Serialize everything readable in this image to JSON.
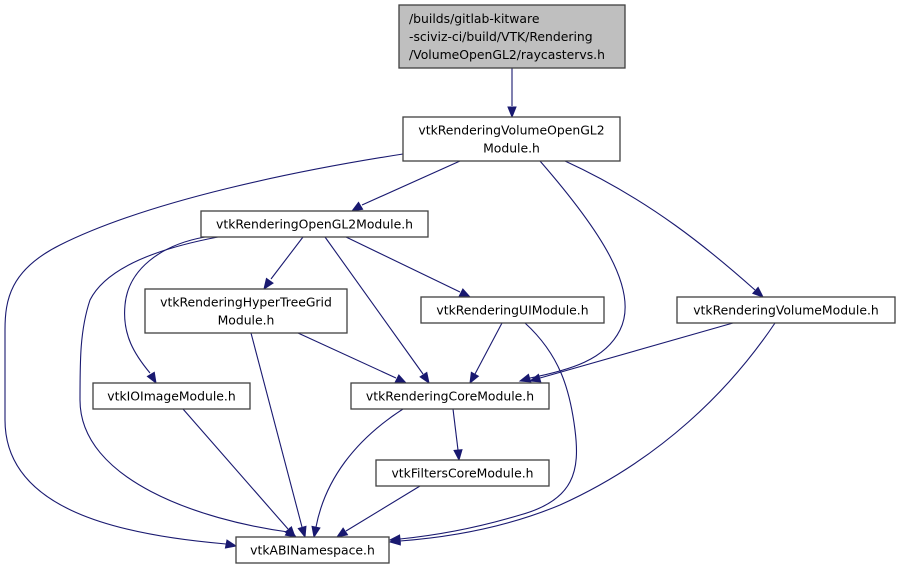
{
  "diagram": {
    "type": "include-dependency-graph",
    "colors": {
      "edge": "#191970",
      "root_fill": "#bfbfbf",
      "node_fill": "#ffffff",
      "node_border": "#404040"
    },
    "nodes": [
      {
        "id": "raycastervs",
        "lines": [
          "/builds/gitlab-kitware",
          "-sciviz-ci/build/VTK/Rendering",
          "/VolumeOpenGL2/raycastervs.h"
        ],
        "root": true
      },
      {
        "id": "volumeopengl2",
        "lines": [
          "vtkRenderingVolumeOpenGL2",
          "Module.h"
        ]
      },
      {
        "id": "opengl2",
        "lines": [
          "vtkRenderingOpenGL2Module.h"
        ]
      },
      {
        "id": "hypertreegrid",
        "lines": [
          "vtkRenderingHyperTreeGrid",
          "Module.h"
        ]
      },
      {
        "id": "ui",
        "lines": [
          "vtkRenderingUIModule.h"
        ]
      },
      {
        "id": "volume",
        "lines": [
          "vtkRenderingVolumeModule.h"
        ]
      },
      {
        "id": "ioimage",
        "lines": [
          "vtkIOImageModule.h"
        ]
      },
      {
        "id": "core",
        "lines": [
          "vtkRenderingCoreModule.h"
        ]
      },
      {
        "id": "filterscore",
        "lines": [
          "vtkFiltersCoreModule.h"
        ]
      },
      {
        "id": "abi",
        "lines": [
          "vtkABINamespace.h"
        ]
      }
    ],
    "edges": [
      {
        "from": "raycastervs",
        "to": "volumeopengl2"
      },
      {
        "from": "volumeopengl2",
        "to": "abi"
      },
      {
        "from": "volumeopengl2",
        "to": "opengl2"
      },
      {
        "from": "volumeopengl2",
        "to": "core"
      },
      {
        "from": "volumeopengl2",
        "to": "volume"
      },
      {
        "from": "opengl2",
        "to": "abi"
      },
      {
        "from": "opengl2",
        "to": "ioimage"
      },
      {
        "from": "opengl2",
        "to": "hypertreegrid"
      },
      {
        "from": "opengl2",
        "to": "core"
      },
      {
        "from": "opengl2",
        "to": "ui"
      },
      {
        "from": "hypertreegrid",
        "to": "abi"
      },
      {
        "from": "hypertreegrid",
        "to": "core"
      },
      {
        "from": "ui",
        "to": "core"
      },
      {
        "from": "ui",
        "to": "abi"
      },
      {
        "from": "volume",
        "to": "core"
      },
      {
        "from": "volume",
        "to": "abi"
      },
      {
        "from": "ioimage",
        "to": "abi"
      },
      {
        "from": "core",
        "to": "abi"
      },
      {
        "from": "core",
        "to": "filterscore"
      },
      {
        "from": "filterscore",
        "to": "abi"
      }
    ]
  }
}
